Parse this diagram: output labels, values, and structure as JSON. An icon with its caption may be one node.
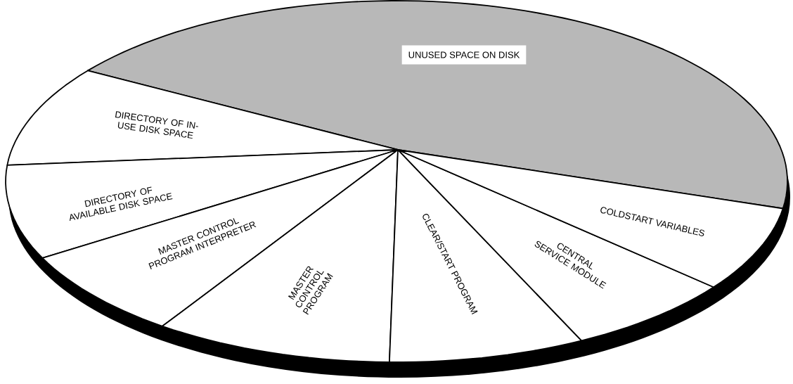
{
  "diagram": {
    "nodes": [
      {
        "text": [
          "UNUSED SPACE ON DISK"
        ]
      },
      {
        "text": [
          "DIRECTORY OF IN-USE DISK SPACE"
        ]
      },
      {
        "text": [
          "DIRECTORY OF AVAILABLE DISK SPACE"
        ]
      },
      {
        "text": [
          "MASTER CONTROL PROGRAM INTERPRETER"
        ]
      },
      {
        "text": [
          "MASTER CONTROL PROGRAM"
        ]
      },
      {
        "text": [
          "CLEAR/START PROGRAM"
        ]
      },
      {
        "text": [
          "CENTRAL SERVICE MODULE"
        ]
      },
      {
        "text": [
          "COLDSTART VARIABLES"
        ]
      }
    ]
  }
}
